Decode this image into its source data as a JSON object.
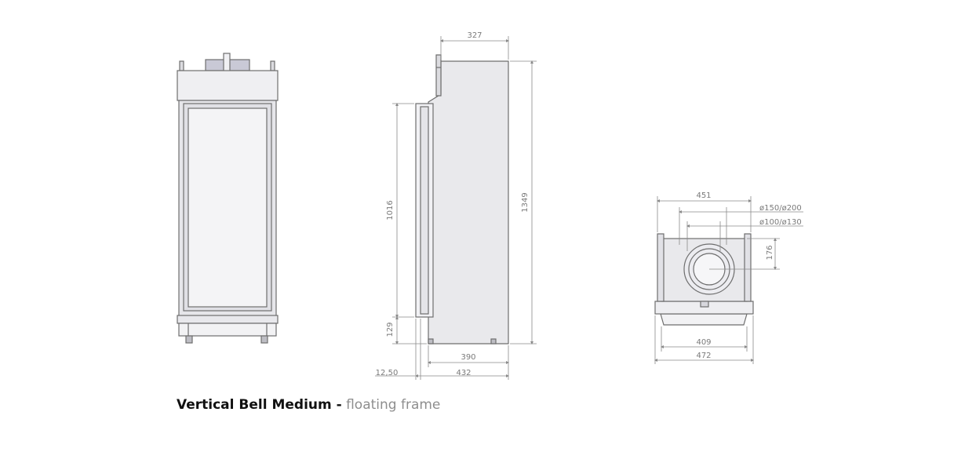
{
  "caption": {
    "product": "Vertical Bell Medium -",
    "variant": "floating frame"
  },
  "dimensions": {
    "side_top_depth": "327",
    "side_total_height": "1349",
    "side_glass_height": "1016",
    "side_base_height": "129",
    "side_base_depth": "390",
    "side_total_depth": "432",
    "side_frame_offset": "12,50",
    "top_width": "451",
    "top_flue_outer": "ø150/ø200",
    "top_flue_inner": "ø100/ø130",
    "top_flue_offset": "176",
    "top_inner_width": "409",
    "top_outer_width": "472"
  },
  "colors": {
    "line": "#6e6e6e",
    "body_fill": "#e9e9ec",
    "glass_fill": "#f4f4f6",
    "dim_line": "#8a8a8a"
  }
}
